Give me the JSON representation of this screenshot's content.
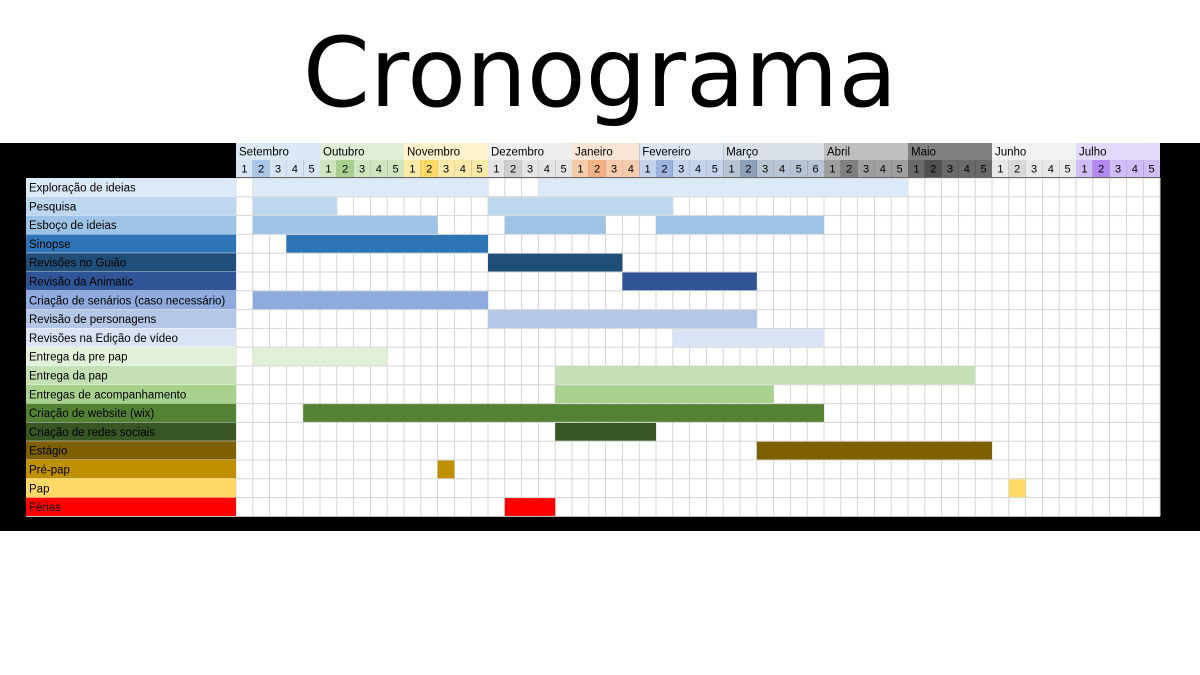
{
  "title": "Cronograma",
  "chart_data": {
    "type": "gantt",
    "title": "Cronograma",
    "months": [
      {
        "name": "Setembro",
        "weeks": [
          1,
          2,
          3,
          4,
          5
        ],
        "color": "#dbe9f6",
        "weekColors": [
          "#d7e5f3",
          "#a9c7e8",
          "#d7e5f3",
          "#d7e5f3",
          "#d7e5f3"
        ]
      },
      {
        "name": "Outubro",
        "weeks": [
          1,
          2,
          3,
          4,
          5
        ],
        "color": "#dfeed5",
        "weekColors": [
          "#cfe5bf",
          "#a9d08e",
          "#cfe5bf",
          "#cfe5bf",
          "#cfe5bf"
        ]
      },
      {
        "name": "Novembro",
        "weeks": [
          1,
          2,
          3,
          4,
          5
        ],
        "color": "#fff2cc",
        "weekColors": [
          "#fde9a8",
          "#ffd966",
          "#fde9a8",
          "#fde9a8",
          "#fde9a8"
        ]
      },
      {
        "name": "Dezembro",
        "weeks": [
          1,
          2,
          3,
          4,
          5
        ],
        "color": "#eeeeee",
        "weekColors": [
          "#e4e4e4",
          "#cfcfcf",
          "#e4e4e4",
          "#e4e4e4",
          "#e4e4e4"
        ]
      },
      {
        "name": "Janeiro",
        "weeks": [
          1,
          2,
          3,
          4
        ],
        "color": "#fbe5d6",
        "weekColors": [
          "#f8cbad",
          "#f4b183",
          "#f8cbad",
          "#f8cbad"
        ]
      },
      {
        "name": "Fevereiro",
        "weeks": [
          1,
          2,
          3,
          4,
          5
        ],
        "color": "#dde5f3",
        "weekColors": [
          "#c4d2ec",
          "#9db3de",
          "#c4d2ec",
          "#c4d2ec",
          "#c4d2ec"
        ]
      },
      {
        "name": "Março",
        "weeks": [
          1,
          2,
          3,
          4,
          5,
          6
        ],
        "color": "#d9dfe7",
        "weekColors": [
          "#b8c4d3",
          "#8ea0b8",
          "#b8c4d3",
          "#b8c4d3",
          "#b8c4d3",
          "#b8c4d3"
        ]
      },
      {
        "name": "Abril",
        "weeks": [
          1,
          2,
          3,
          4,
          5
        ],
        "color": "#bfbfbf",
        "weekColors": [
          "#9f9f9f",
          "#7f7f7f",
          "#9f9f9f",
          "#9f9f9f",
          "#9f9f9f"
        ]
      },
      {
        "name": "Maio",
        "weeks": [
          1,
          2,
          3,
          4,
          5
        ],
        "color": "#808080",
        "weekColors": [
          "#6a6a6a",
          "#505050",
          "#6a6a6a",
          "#6a6a6a",
          "#6a6a6a"
        ]
      },
      {
        "name": "Junho",
        "weeks": [
          1,
          2,
          3,
          4,
          5
        ],
        "color": "#f2f2f2",
        "weekColors": [
          "#e8e8e8",
          "#d9d9d9",
          "#e8e8e8",
          "#e8e8e8",
          "#e8e8e8"
        ]
      },
      {
        "name": "Julho",
        "weeks": [
          1,
          2,
          3,
          4,
          5
        ],
        "color": "#e4d9fa",
        "weekColors": [
          "#d1bdf6",
          "#b388f0",
          "#d1bdf6",
          "#d1bdf6",
          "#d1bdf6"
        ]
      }
    ],
    "tasks": [
      {
        "name": "Exploração de ideias",
        "color": "#dce9f7",
        "labelColor": "#dce9f7",
        "textColor": "#000000",
        "bars": [
          [
            2,
            15
          ],
          [
            19,
            40
          ]
        ]
      },
      {
        "name": "Pesquisa",
        "color": "#bdd7ee",
        "labelColor": "#bdd7ee",
        "textColor": "#000000",
        "bars": [
          [
            2,
            6
          ],
          [
            16,
            26
          ]
        ]
      },
      {
        "name": "Esboço de ideias",
        "color": "#9dc3e6",
        "labelColor": "#9dc3e6",
        "textColor": "#000000",
        "bars": [
          [
            2,
            12
          ],
          [
            17,
            22
          ],
          [
            26,
            35
          ]
        ]
      },
      {
        "name": "Sinopse",
        "color": "#2e75b6",
        "labelColor": "#2e75b6",
        "textColor": "#000000",
        "bars": [
          [
            4,
            15
          ]
        ]
      },
      {
        "name": "Revisões no Guião",
        "color": "#1f4e79",
        "labelColor": "#1f4e79",
        "textColor": "#000000",
        "bars": [
          [
            16,
            23
          ]
        ]
      },
      {
        "name": "Revisão da Animatic",
        "color": "#2f5597",
        "labelColor": "#2f5597",
        "textColor": "#000000",
        "bars": [
          [
            24,
            31
          ]
        ]
      },
      {
        "name": "Criação de senários (caso necessário)",
        "color": "#8faadc",
        "labelColor": "#8faadc",
        "textColor": "#000000",
        "bars": [
          [
            2,
            15
          ]
        ]
      },
      {
        "name": "Revisão de personagens",
        "color": "#b4c7e7",
        "labelColor": "#b4c7e7",
        "textColor": "#000000",
        "bars": [
          [
            16,
            31
          ]
        ]
      },
      {
        "name": "Revisões na Edição de vídeo",
        "color": "#dae3f3",
        "labelColor": "#dae3f3",
        "textColor": "#000000",
        "bars": [
          [
            27,
            35
          ]
        ]
      },
      {
        "name": "Entrega da pre pap",
        "color": "#e2efd9",
        "labelColor": "#e2efd9",
        "textColor": "#000000",
        "bars": [
          [
            2,
            9
          ]
        ]
      },
      {
        "name": "Entrega da pap",
        "color": "#c5e0b4",
        "labelColor": "#c5e0b4",
        "textColor": "#000000",
        "bars": [
          [
            20,
            44
          ]
        ]
      },
      {
        "name": "Entregas de acompanhamento",
        "color": "#a9d18e",
        "labelColor": "#a9d18e",
        "textColor": "#000000",
        "bars": [
          [
            20,
            32
          ]
        ]
      },
      {
        "name": "Criação de website (wix)",
        "color": "#548235",
        "labelColor": "#548235",
        "textColor": "#000000",
        "bars": [
          [
            5,
            35
          ]
        ]
      },
      {
        "name": "Criação de redes sociais",
        "color": "#375623",
        "labelColor": "#375623",
        "textColor": "#000000",
        "bars": [
          [
            20,
            25
          ]
        ]
      },
      {
        "name": "Estágio",
        "color": "#7f6000",
        "labelColor": "#7f6000",
        "textColor": "#000000",
        "bars": [
          [
            32,
            45
          ]
        ]
      },
      {
        "name": "Pré-pap",
        "color": "#bf9000",
        "labelColor": "#bf9000",
        "textColor": "#000000",
        "bars": [
          [
            13,
            13
          ]
        ]
      },
      {
        "name": "Pap",
        "color": "#ffd966",
        "labelColor": "#ffd966",
        "textColor": "#000000",
        "bars": [
          [
            47,
            47
          ]
        ]
      },
      {
        "name": "Férias",
        "color": "#ff0000",
        "labelColor": "#ff0000",
        "textColor": "#000000",
        "bars": [
          [
            17,
            19
          ]
        ]
      }
    ],
    "xlabel": "",
    "ylabel": "",
    "grid": true,
    "legend": "none"
  }
}
